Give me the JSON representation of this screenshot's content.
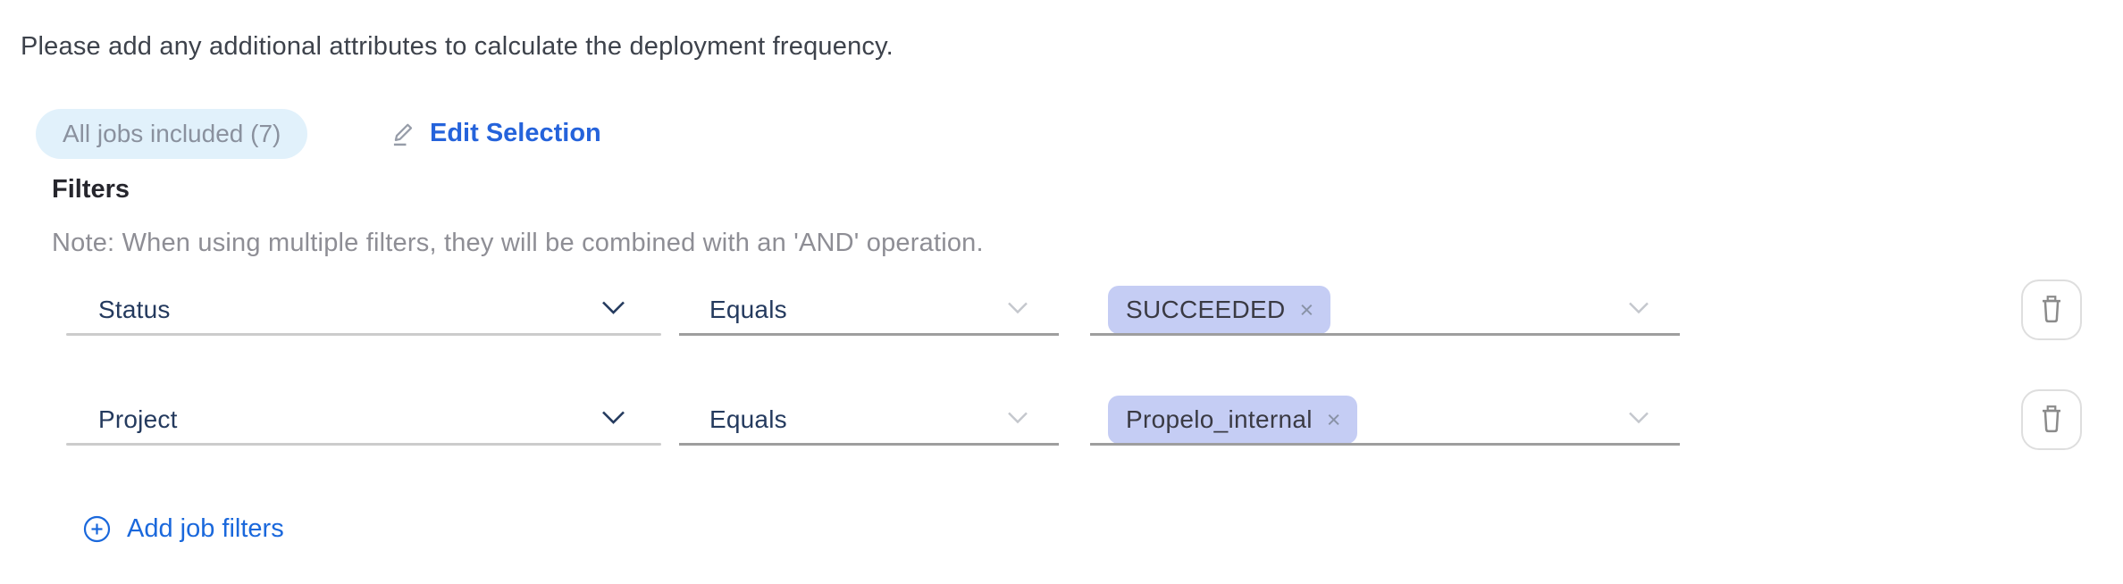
{
  "intro_text": "Please add any additional attributes to calculate the deployment frequency.",
  "jobs_selection": {
    "badge_label": "All jobs included (7)",
    "edit_label": "Edit Selection"
  },
  "filters": {
    "heading": "Filters",
    "note": "Note: When using multiple filters, they will be combined with an 'AND' operation.",
    "rows": [
      {
        "attribute": "Status",
        "operator": "Equals",
        "values": [
          "SUCCEEDED"
        ]
      },
      {
        "attribute": "Project",
        "operator": "Equals",
        "values": [
          "Propelo_internal"
        ]
      }
    ],
    "remove_tag_glyph": "×",
    "add_filter_label": "Add job filters"
  },
  "colors": {
    "edit_link_blue": "#2563db",
    "add_link_blue": "#1a68dc",
    "badge_bg": "#e1f1fb",
    "badge_text": "#8a919e",
    "tag_bg": "#c5cdf4",
    "tag_text": "#3a3a43",
    "select_label_navy": "#243a5e",
    "note_gray": "#8e8e95",
    "underline_light": "#cccccc",
    "underline_dark": "#9e9e9e"
  }
}
